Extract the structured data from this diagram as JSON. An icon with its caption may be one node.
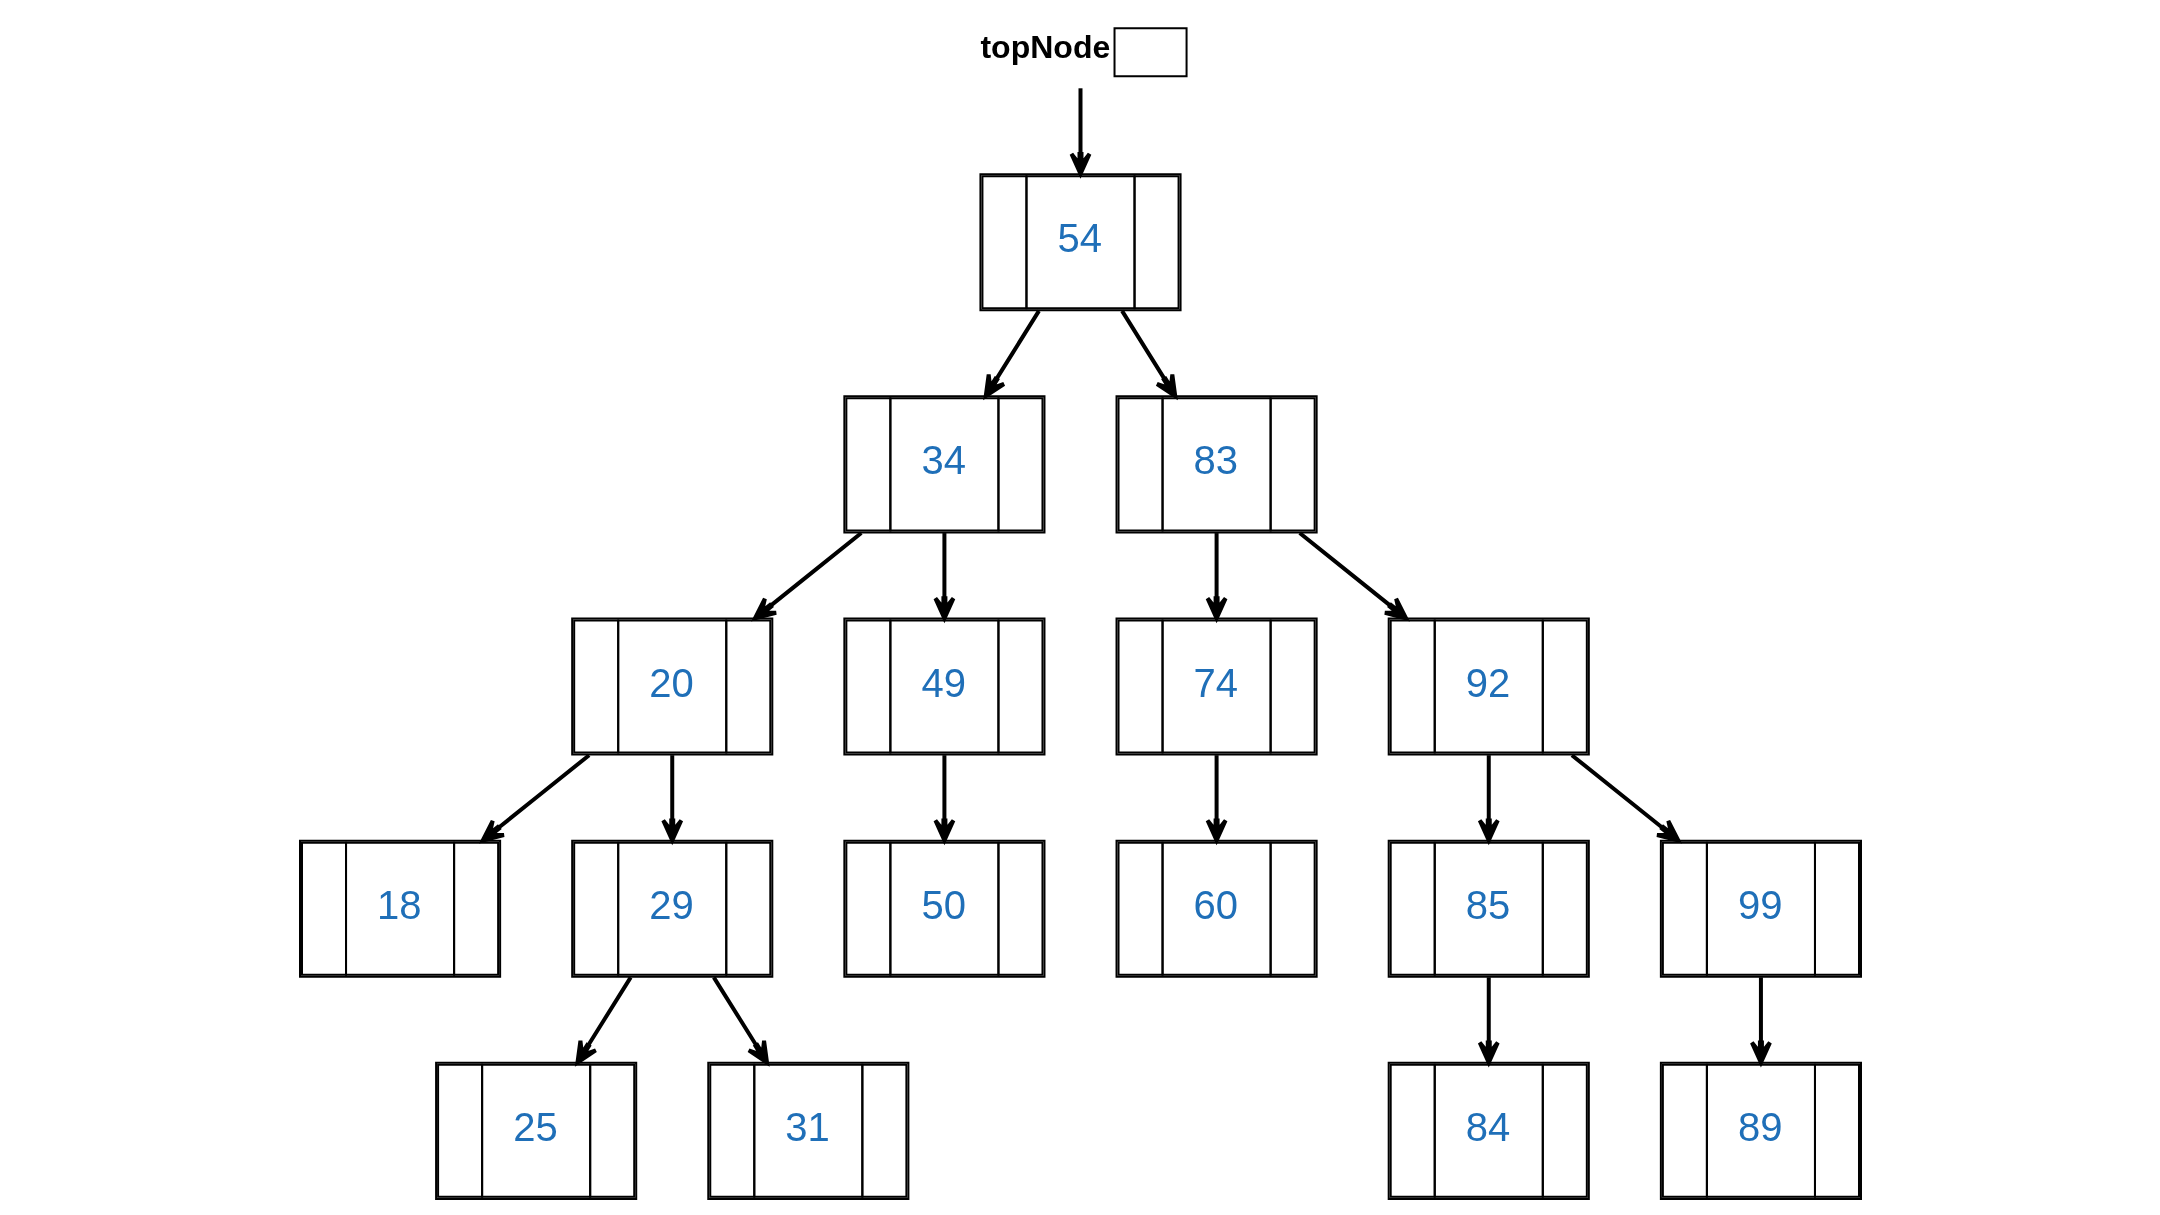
{
  "diagram": {
    "nodes": [
      {
        "text": [
          "topNode"
        ]
      },
      {
        "text": [
          "54"
        ]
      },
      {
        "text": [
          "34"
        ]
      },
      {
        "text": [
          "83"
        ]
      },
      {
        "text": [
          "20"
        ]
      },
      {
        "text": [
          "49"
        ]
      },
      {
        "text": [
          "74"
        ]
      },
      {
        "text": [
          "92"
        ]
      },
      {
        "text": [
          "18"
        ]
      },
      {
        "text": [
          "29"
        ]
      },
      {
        "text": [
          "50"
        ]
      },
      {
        "text": [
          "60"
        ]
      },
      {
        "text": [
          "85"
        ]
      },
      {
        "text": [
          "99"
        ]
      },
      {
        "text": [
          "25"
        ]
      },
      {
        "text": [
          "31"
        ]
      },
      {
        "text": [
          "84"
        ]
      },
      {
        "text": [
          "89"
        ]
      }
    ],
    "edges": [
      {
        "from": 0,
        "to": 1,
        "arrow": "to"
      },
      {
        "from": 1,
        "to": 2,
        "arrow": "to"
      },
      {
        "from": 1,
        "to": 3,
        "arrow": "to"
      },
      {
        "from": 2,
        "to": 4,
        "arrow": "to"
      },
      {
        "from": 2,
        "to": 5,
        "arrow": "to"
      },
      {
        "from": 3,
        "to": 6,
        "arrow": "to"
      },
      {
        "from": 3,
        "to": 7,
        "arrow": "to"
      },
      {
        "from": 4,
        "to": 8,
        "arrow": "to"
      },
      {
        "from": 4,
        "to": 9,
        "arrow": "to"
      },
      {
        "from": 5,
        "to": 10,
        "arrow": "to"
      },
      {
        "from": 6,
        "to": 11,
        "arrow": "to"
      },
      {
        "from": 7,
        "to": 12,
        "arrow": "to"
      },
      {
        "from": 7,
        "to": 13,
        "arrow": "to"
      },
      {
        "from": 9,
        "to": 14,
        "arrow": "to"
      },
      {
        "from": 9,
        "to": 15,
        "arrow": "to"
      },
      {
        "from": 12,
        "to": 16,
        "arrow": "to"
      },
      {
        "from": 13,
        "to": 17,
        "arrow": "to"
      }
    ]
  }
}
